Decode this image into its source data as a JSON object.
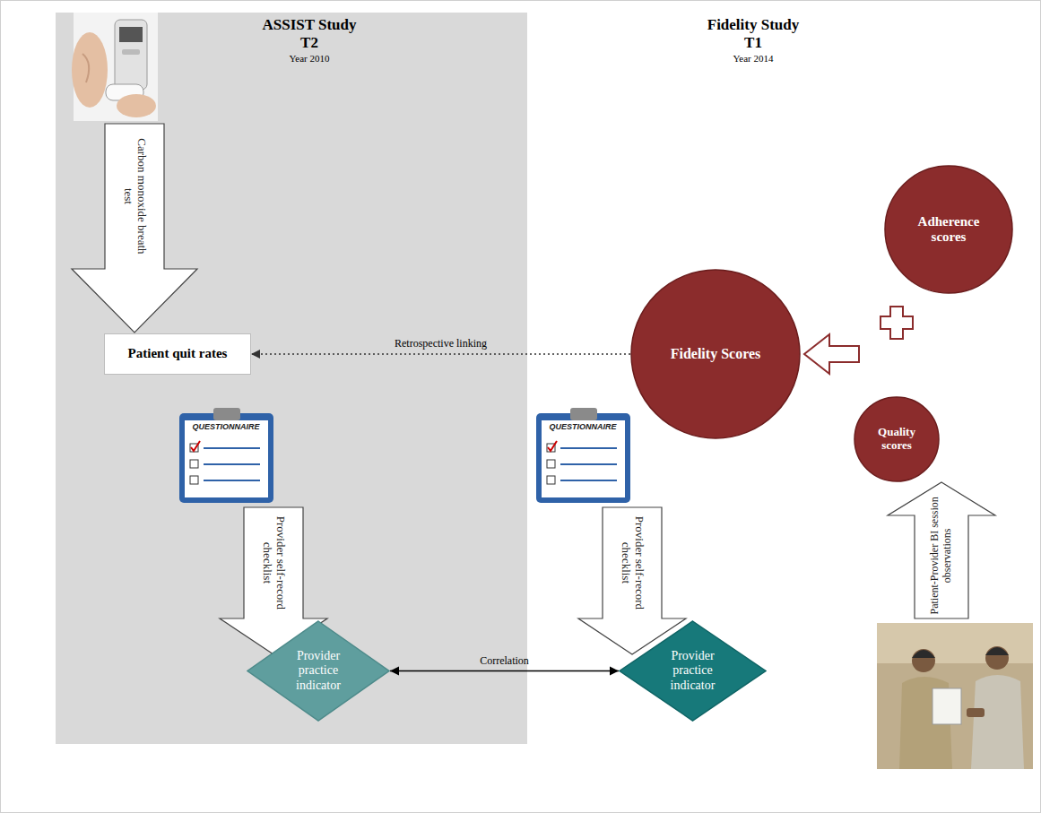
{
  "diagram": {
    "nodes": [
      {
        "text": [
          "ASSIST Study",
          "T2",
          "Year 2010"
        ]
      },
      {
        "text": [
          "Carbon monoxide breath test"
        ],
        "in": 0
      },
      {
        "text": [
          "Patient quit rates"
        ],
        "in": 0
      },
      {
        "text": [
          "Adherence scores"
        ]
      },
      {
        "text": [
          "Fidelity Scores"
        ]
      },
      {
        "text": [
          "Quality scores"
        ]
      },
      {
        "text": [
          "Provider self-record checklist"
        ],
        "in": 0
      },
      {
        "text": [
          "Provider practice indicator"
        ],
        "in": 0
      },
      {
        "text": [
          "Provider self-record checklist"
        ]
      },
      {
        "text": [
          "Patient-Provider BI session observations"
        ]
      },
      {
        "text": [
          "Provider practice indicator"
        ]
      }
    ],
    "edges": [
      {
        "from": 4,
        "to": 2,
        "arrow": "to",
        "label": "Retrospective linking"
      },
      {
        "from": 7,
        "to": 10,
        "arrow": "both",
        "label": "Correlation"
      }
    ],
    "labels": [
      "Fidelity Study",
      "T1",
      "Year 2014",
      "QUESTIONNAIRE",
      "QUESTIONNAIRE"
    ]
  }
}
